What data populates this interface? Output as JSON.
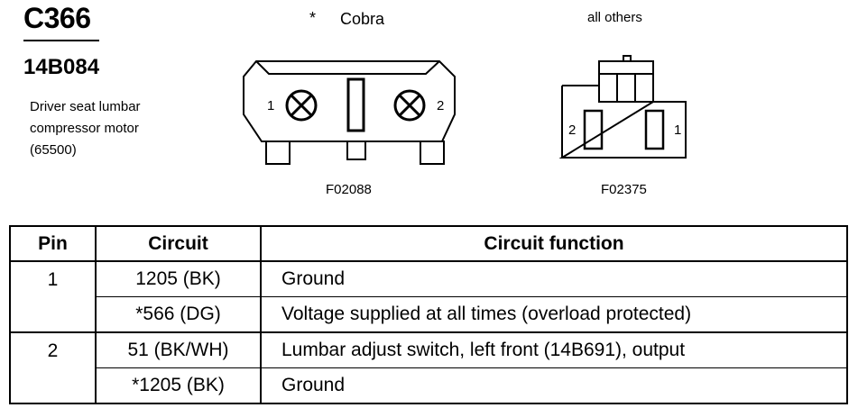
{
  "connector": {
    "id": "C366",
    "part_number": "14B084",
    "description_lines": [
      "Driver seat lumbar",
      "compressor motor",
      "(65500)"
    ]
  },
  "views": {
    "cobra": {
      "marker": "*",
      "title": "Cobra",
      "code": "F02088",
      "pin_left": "1",
      "pin_right": "2"
    },
    "others": {
      "title": "all others",
      "code": "F02375",
      "pin_left": "2",
      "pin_right": "1"
    }
  },
  "table": {
    "headers": {
      "pin": "Pin",
      "circuit": "Circuit",
      "function": "Circuit function"
    },
    "rows": [
      {
        "pin": "1",
        "circuit": "1205 (BK)",
        "function": "Ground"
      },
      {
        "pin": "",
        "circuit": "*566 (DG)",
        "function": "Voltage supplied at all times (overload protected)"
      },
      {
        "pin": "2",
        "circuit": "51 (BK/WH)",
        "function": "Lumbar adjust switch, left front (14B691), output"
      },
      {
        "pin": "",
        "circuit": "*1205 (BK)",
        "function": "Ground"
      }
    ]
  }
}
